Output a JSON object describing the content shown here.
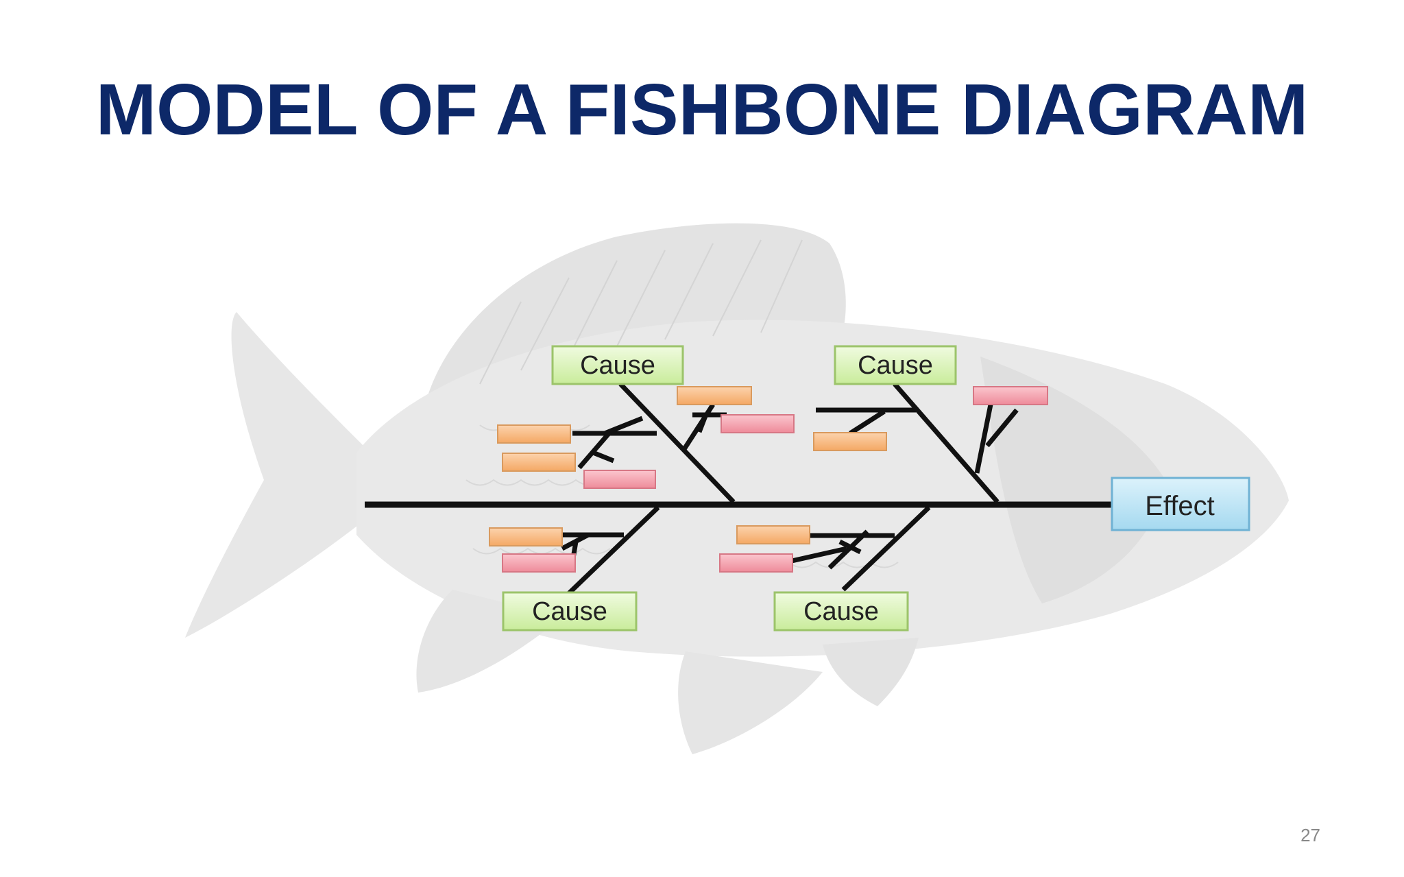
{
  "slide": {
    "title": "MODEL OF A FISHBONE DIAGRAM",
    "page_number": "27"
  },
  "diagram": {
    "effect_label": "Effect",
    "causes": [
      {
        "label": "Cause"
      },
      {
        "label": "Cause"
      },
      {
        "label": "Cause"
      },
      {
        "label": "Cause"
      }
    ],
    "colors": {
      "title": "#0d2868",
      "spine": "#111111",
      "cause_box_fill": "#d8f5b0",
      "cause_box_stroke": "#9cc46a",
      "effect_box_fill": "#bfe6f7",
      "effect_box_stroke": "#6fb2d4",
      "subcause_orange_fill": "#f9c08c",
      "subcause_pink_fill": "#f5a9b4",
      "fish_silhouette": "#e4e4e4"
    }
  }
}
